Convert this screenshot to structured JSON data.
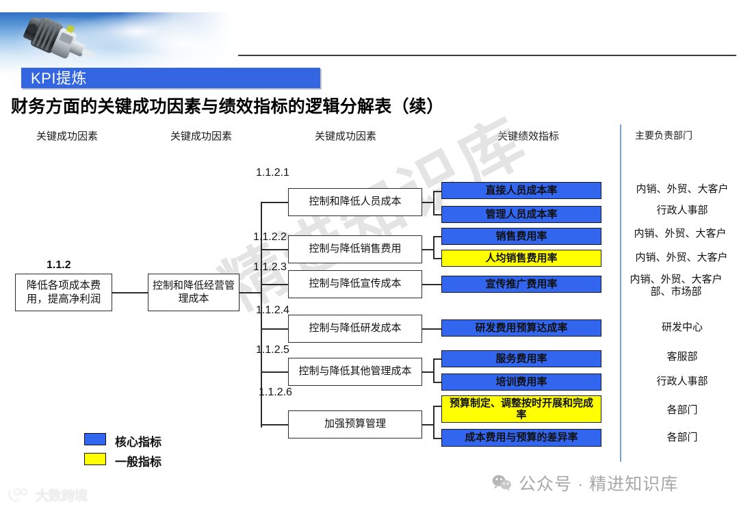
{
  "header": {
    "tag_label": "KPI提炼",
    "title": "财务方面的关键成功因素与绩效指标的逻辑分解表（续）",
    "banner_icon": "gearbox-motor-image"
  },
  "columns": [
    {
      "label": "关键成功因素"
    },
    {
      "label": "关键成功因素"
    },
    {
      "label": "关键成功因素"
    },
    {
      "label": "关键绩效指标"
    },
    {
      "label": "主要负责部门"
    }
  ],
  "tree": {
    "root": {
      "number": "1.1.2",
      "label": "降低各项成本费用，提高净利润"
    },
    "level2": {
      "label": "控制和降低经营管理成本"
    },
    "level3": [
      {
        "number": "1.1.2.1",
        "label": "控制和降低人员成本"
      },
      {
        "number": "1.1.2.2",
        "label": "控制与降低销售费用"
      },
      {
        "number": "1.1.2.3",
        "label": "控制与降低宣传成本"
      },
      {
        "number": "1.1.2.4",
        "label": "控制与降低研发成本"
      },
      {
        "number": "1.1.2.5",
        "label": "控制与降低其他管理成本"
      },
      {
        "number": "1.1.2.6",
        "label": "加强预算管理"
      }
    ]
  },
  "kpis": [
    {
      "label": "直接人员成本率",
      "type": "core",
      "department": "内销、外贸、大客户"
    },
    {
      "label": "管理人员成本率",
      "type": "core",
      "department": "行政人事部"
    },
    {
      "label": "销售费用率",
      "type": "core",
      "department": "内销、外贸、大客户"
    },
    {
      "label": "人均销售费用率",
      "type": "general",
      "department": "内销、外贸、大客户"
    },
    {
      "label": "宣传推广费用率",
      "type": "core",
      "department": "内销、外贸、大客户部、市场部"
    },
    {
      "label": "研发费用预算达成率",
      "type": "core",
      "department": "研发中心"
    },
    {
      "label": "服务费用率",
      "type": "core",
      "department": "客服部"
    },
    {
      "label": "培训费用率",
      "type": "core",
      "department": "行政人事部"
    },
    {
      "label": "预算制定、调整按时开展和完成率",
      "type": "general",
      "department": "各部门"
    },
    {
      "label": "成本费用与预算的差异率",
      "type": "core",
      "department": "各部门"
    }
  ],
  "legend": [
    {
      "label": "核心指标",
      "type": "core"
    },
    {
      "label": "一般指标",
      "type": "general"
    }
  ],
  "watermarks": {
    "diagonal_text": "精进知识库",
    "logo_text": "大数跨境",
    "footer_text": "公众号 · 精进知识库",
    "footer_icon": "wechat-icon"
  },
  "colors": {
    "core": "#3366ee",
    "general": "#ffff00",
    "tag": "#3366e0",
    "divider": "#7d9ec9"
  }
}
